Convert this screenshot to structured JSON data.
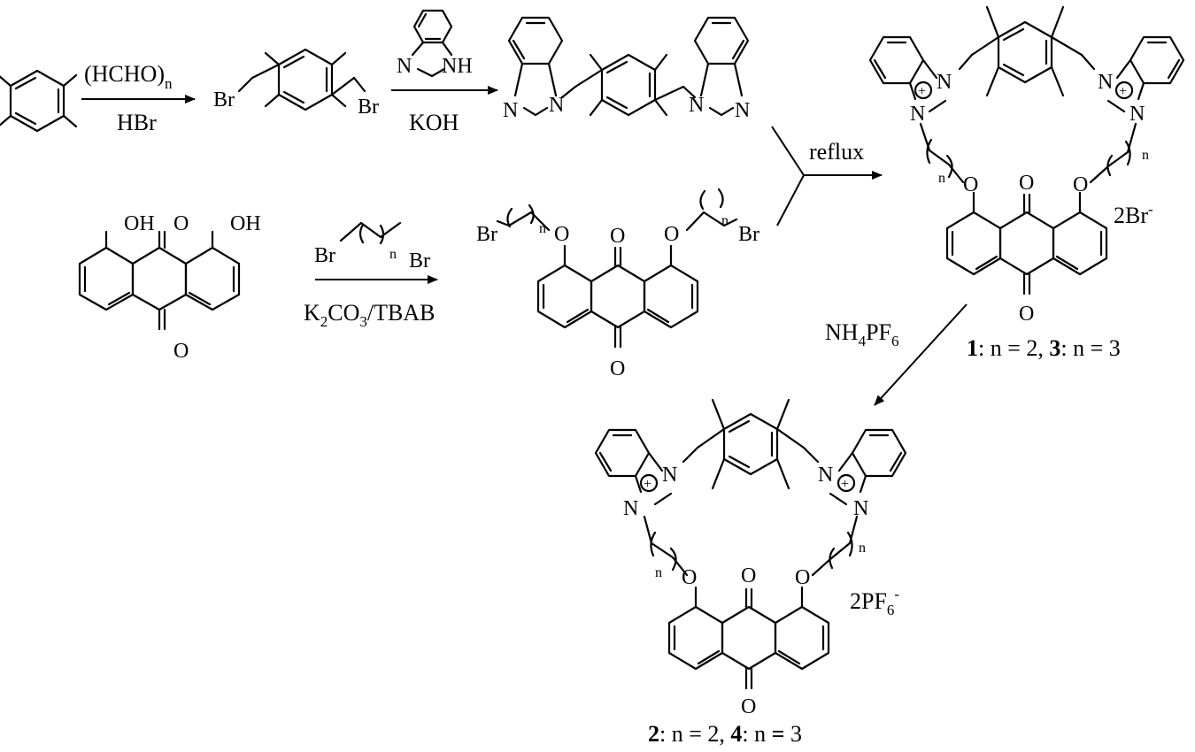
{
  "reagents": {
    "step1_top": "(HCHO)",
    "step1_top_sub": "n",
    "step1_bottom": "HBr",
    "step2_top_nh": "NH",
    "step2_top_n": "N",
    "step2_bottom": "KOH",
    "step3_chain_br_left": "Br",
    "step3_chain_br_right": "Br",
    "step3_chain_n": "n",
    "step3_bottom": "K",
    "step3_bottom_sub": "2",
    "step3_bottom_rest": "CO",
    "step3_bottom_sub2": "3",
    "step3_bottom_tail": "/TBAB",
    "step4": "reflux",
    "step5": "NH",
    "step5_sub1": "4",
    "step5_mid": "PF",
    "step5_sub2": "6"
  },
  "atoms": {
    "br": "Br",
    "n": "N",
    "o": "O",
    "oh": "OH",
    "plus": "+",
    "chain_n": "n"
  },
  "counterions": {
    "top": "2Br",
    "top_sup": "-",
    "bottom": "2PF",
    "bottom_sub": "6",
    "bottom_sup": "-"
  },
  "compound_labels": {
    "top": {
      "c1": "1",
      "c1_rest": ": n = 2, ",
      "c3": "3",
      "c3_rest": ": n = 3"
    },
    "bottom": {
      "c2": "2",
      "c2_rest": ": n = 2,  ",
      "c4": "4",
      "c4_rest": ": n ",
      "c4_eq": "=",
      "c4_val": " 3"
    }
  }
}
